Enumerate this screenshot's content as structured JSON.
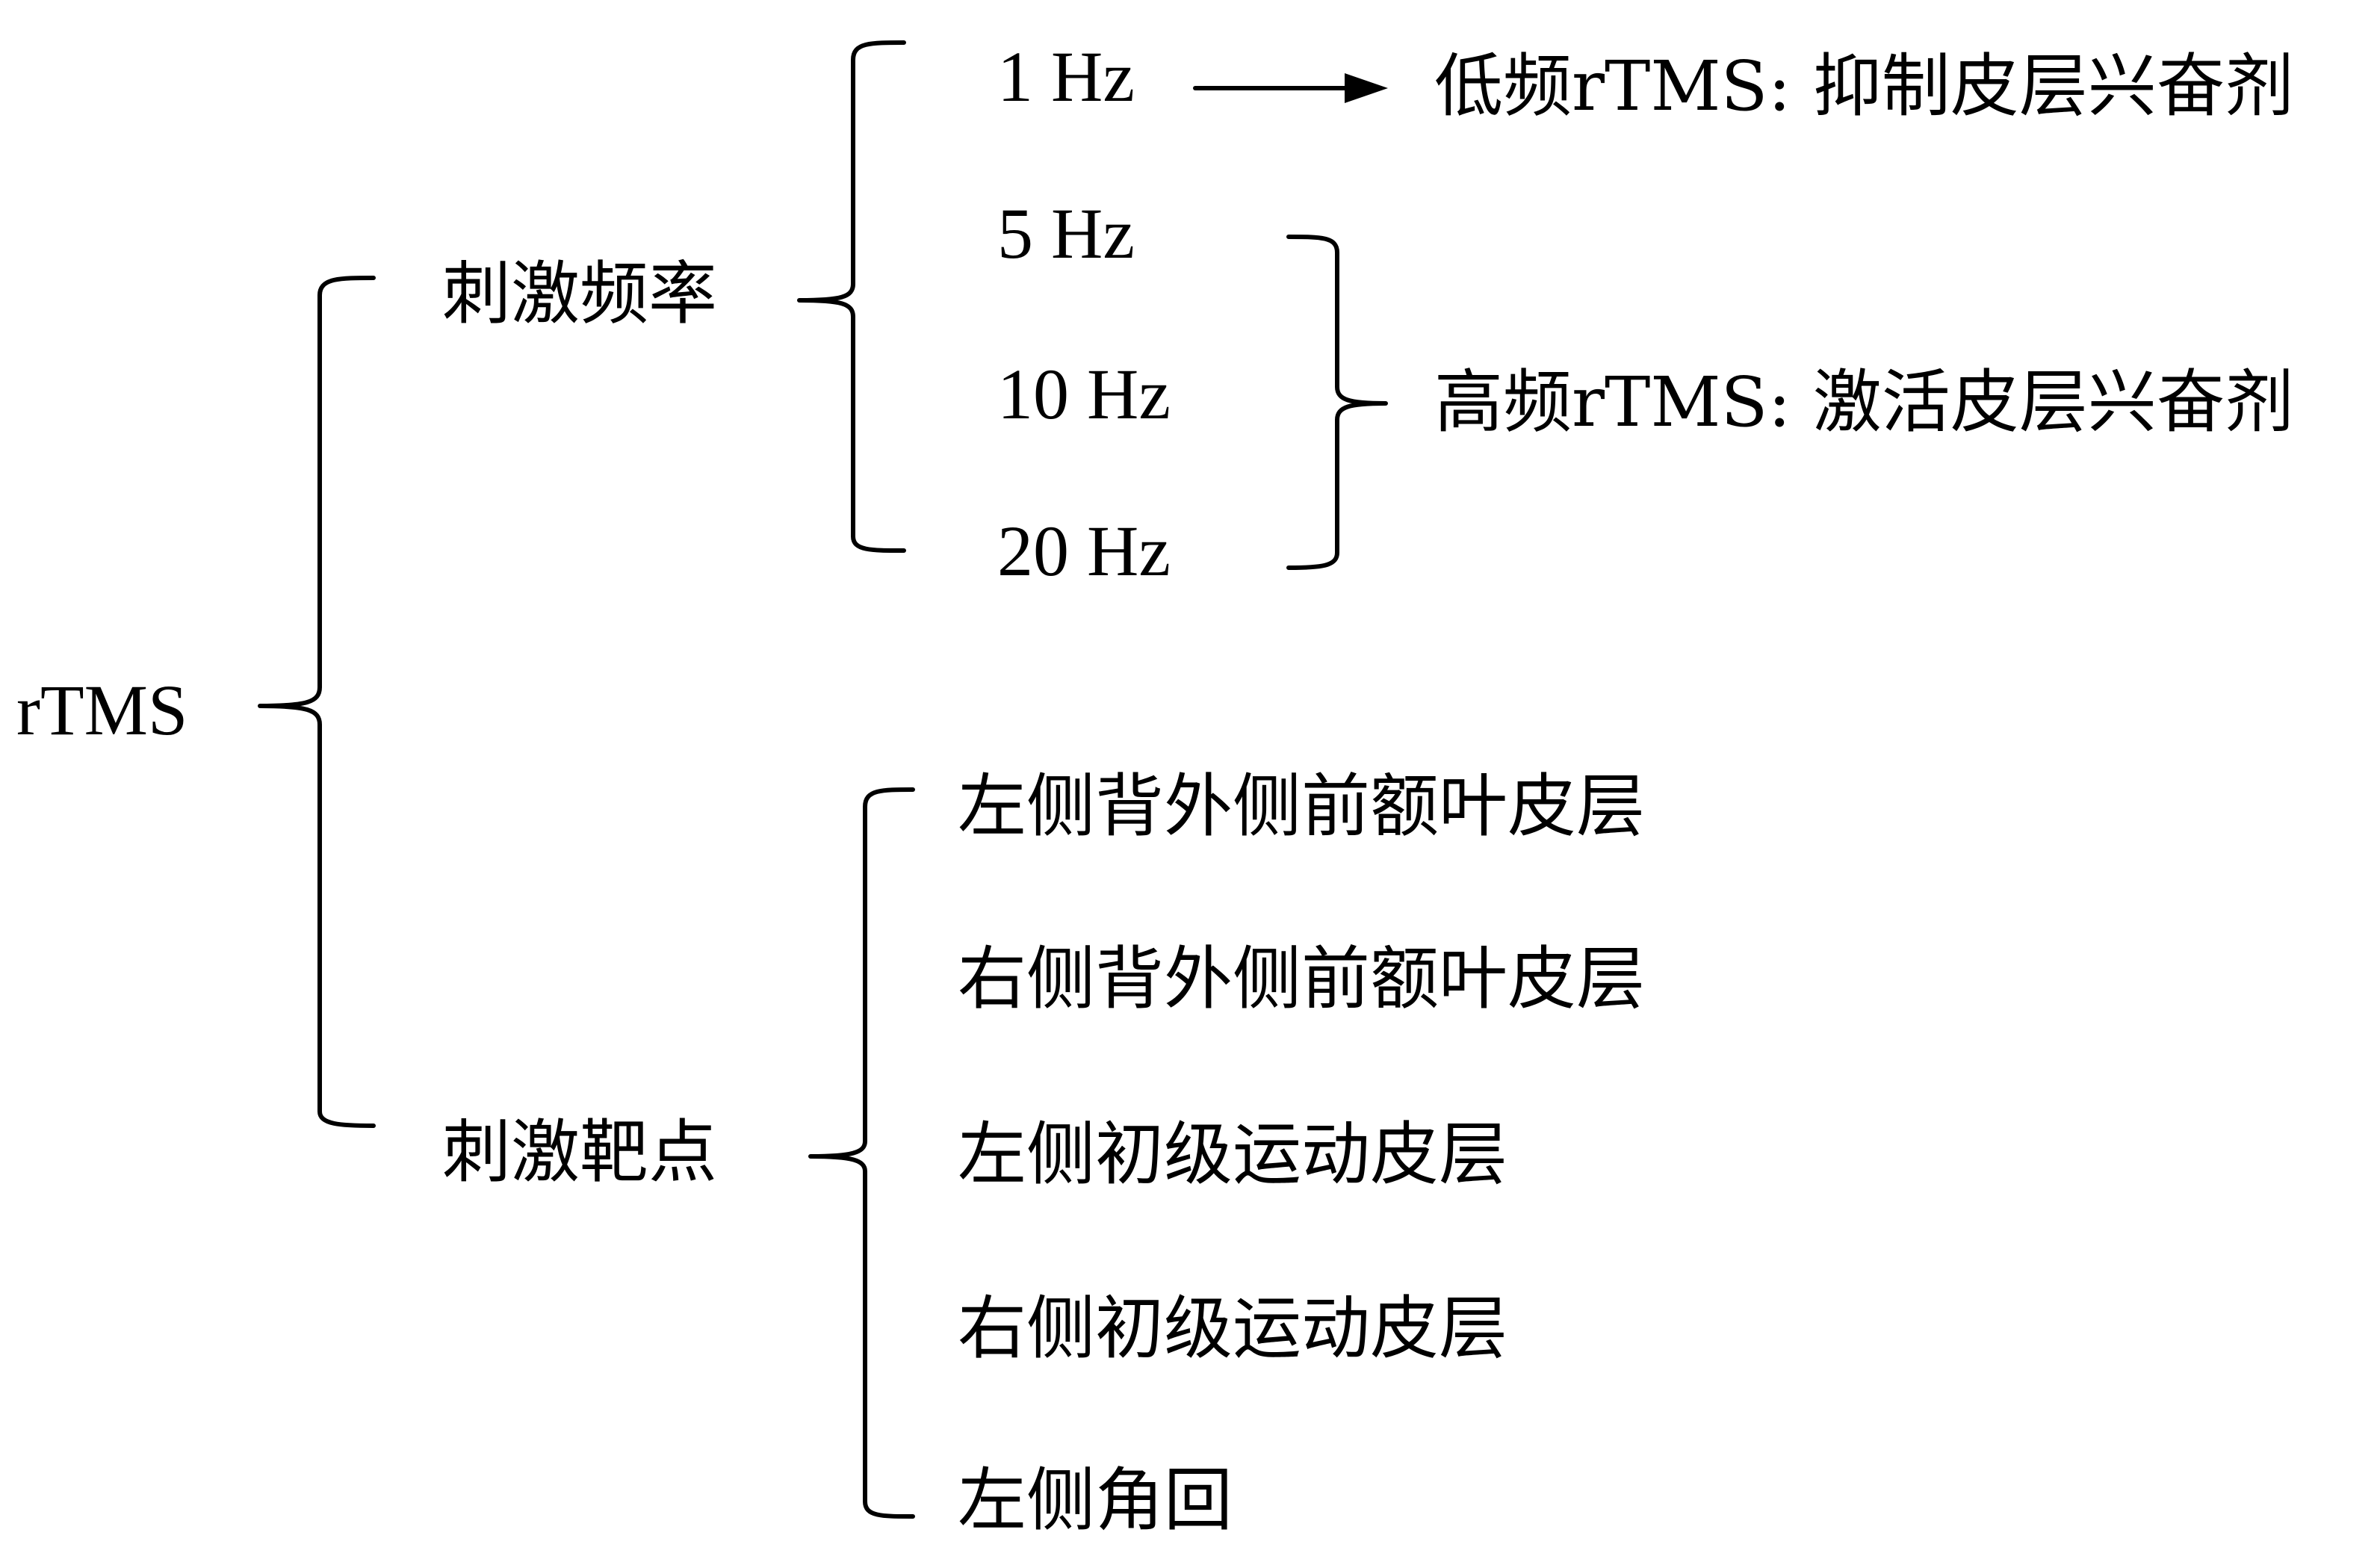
{
  "root": {
    "label": "rTMS"
  },
  "branches": {
    "frequency": {
      "label": "刺激频率",
      "items": [
        "1 Hz",
        "5 Hz",
        "10 Hz",
        "20 Hz"
      ],
      "low_effect": "低频rTMS: 抑制皮层兴奋剂",
      "high_effect": "高频rTMS: 激活皮层兴奋剂"
    },
    "target": {
      "label": "刺激靶点",
      "items": [
        "左侧背外侧前额叶皮层",
        "右侧背外侧前额叶皮层",
        "左侧初级运动皮层",
        "右侧初级运动皮层",
        "左侧角回"
      ]
    }
  },
  "colors": {
    "ink": "#000000",
    "background": "#ffffff"
  }
}
